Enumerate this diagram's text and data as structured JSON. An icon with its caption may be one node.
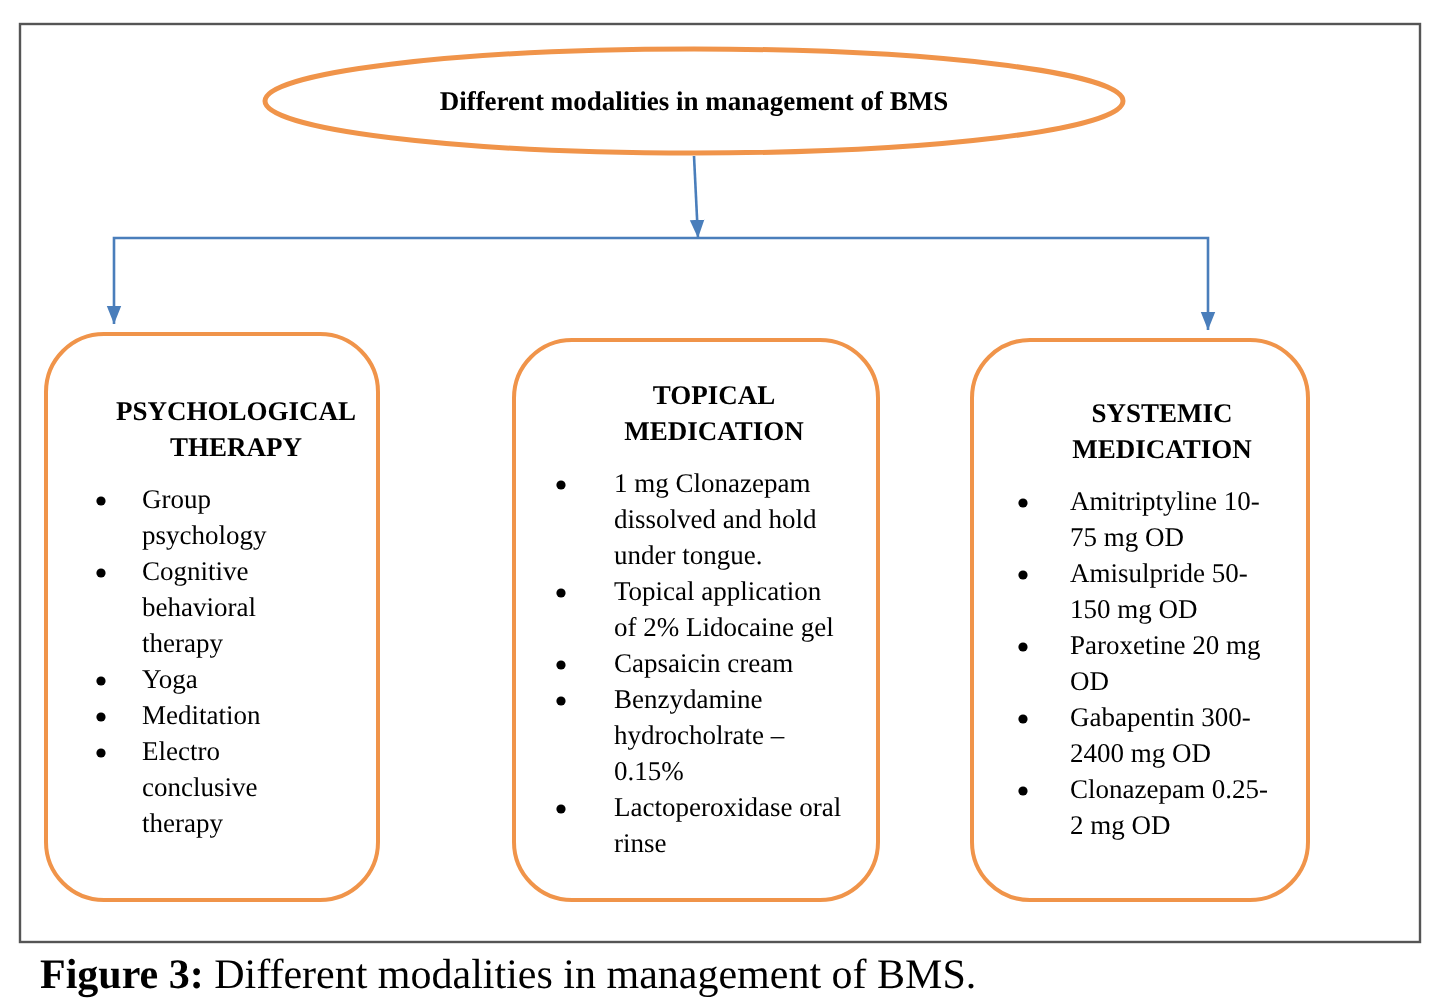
{
  "diagram": {
    "caption": "**Figure 3:** Different modalities in management of BMS.",
    "nodes": [
      {
        "text": [
          "Different modalities in management of BMS"
        ]
      },
      {
        "text": [
          "PSYCHOLOGICAL THERAPY",
          "Group psychology",
          "Cognitive behavioral therapy",
          "Yoga",
          "Meditation",
          "Electro conclusive therapy"
        ]
      },
      {
        "text": [
          "TOPICAL MEDICATION",
          "1 mg Clonazepam dissolved and hold under tongue.",
          "Topical application of 2% Lidocaine gel",
          "Capsaicin cream",
          "Benzydamine hydrocholrate – 0.15%",
          "Lactoperoxidase oral rinse"
        ]
      },
      {
        "text": [
          "SYSTEMIC MEDICATION",
          "Amitriptyline 10-75 mg OD",
          "Amisulpride 50-150 mg OD",
          "Paroxetine 20 mg OD",
          "Gabapentin 300-2400 mg OD",
          "Clonazepam 0.25-2 mg OD"
        ]
      }
    ],
    "edges": [
      {
        "from": 0,
        "to": 1,
        "arrow": "to"
      },
      {
        "from": 0,
        "to": 3,
        "arrow": "to"
      }
    ]
  }
}
